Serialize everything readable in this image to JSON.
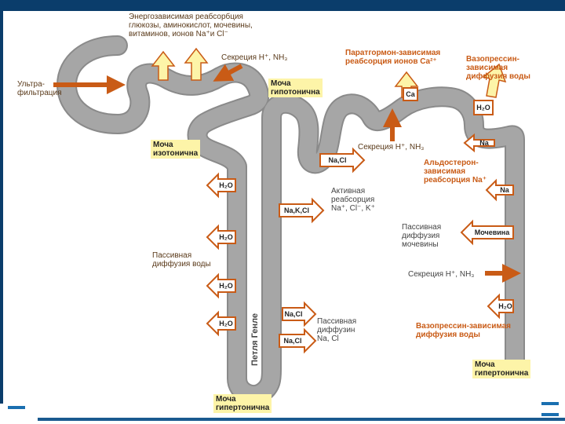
{
  "labels": {
    "energy_reabs": "Энергозависимая реабсорбция\nглюкозы, аминокислот, мочевины,\nвитаминов, ионов Na⁺и Cl⁻",
    "secretion_h_nh3_top": "Секреция H⁺, NH₃",
    "ultrafiltration": "Ультра-\nфильтрация",
    "urine_hypotonic": "Моча\nгипотонична",
    "parathormone": "Паратгормон-зависимая\nреабсорция ионов Ca²⁺",
    "vasopressin_top": "Вазопрессин-\nзависимая\nдиффузия воды",
    "urine_isotonic": "Моча\nизотонична",
    "secretion_h_nh3_mid": "Секреция H⁺, NH₃",
    "aldosterone": "Альдостерон-\nзависимая\nреабсорция Na⁺",
    "active_reabs": "Активная\nреабсорция\nNa⁺, Cl⁻, K⁺",
    "passive_water": "Пассивная\nдиффузия воды",
    "passive_urea": "Пассивная\nдиффузия\nмочевины",
    "secretion_h_nh3_bottom": "Секреция H⁺, NH₃",
    "loop_henle": "Петля Генле",
    "passive_nacl": "Пассивная\nдиффузин\nNa, Cl",
    "vasopressin_bottom": "Вазопрессин-зависимая\nдиффузия воды",
    "urine_hypertonic_right": "Моча\nгипертонична",
    "urine_hypertonic_bottom": "Моча\nгипертонична"
  },
  "ions": {
    "ca": "Ca",
    "h2o_top_right": "H₂O",
    "na_right_1": "Na",
    "na_cl_top": "Na,Cl",
    "h2o_left_1": "H₂O",
    "na_k_cl": "Na,K,Cl",
    "na_right_2": "Na",
    "h2o_left_2": "H₂O",
    "urea": "Мочевина",
    "h2o_left_3": "H₂O",
    "h2o_right_bottom": "H₂O",
    "na_cl_lower_1": "Na,Cl",
    "h2o_left_4": "H₂O",
    "na_cl_lower_2": "Na,Cl"
  },
  "colors": {
    "tube": "#a6a6a6",
    "tube_edge": "#8a8a8a",
    "arrow_stroke": "#c95b16",
    "arrow_fill": "#ffffff",
    "highlight": "#fdf4a8",
    "up_arrow_fill": "#fdf4a8"
  }
}
